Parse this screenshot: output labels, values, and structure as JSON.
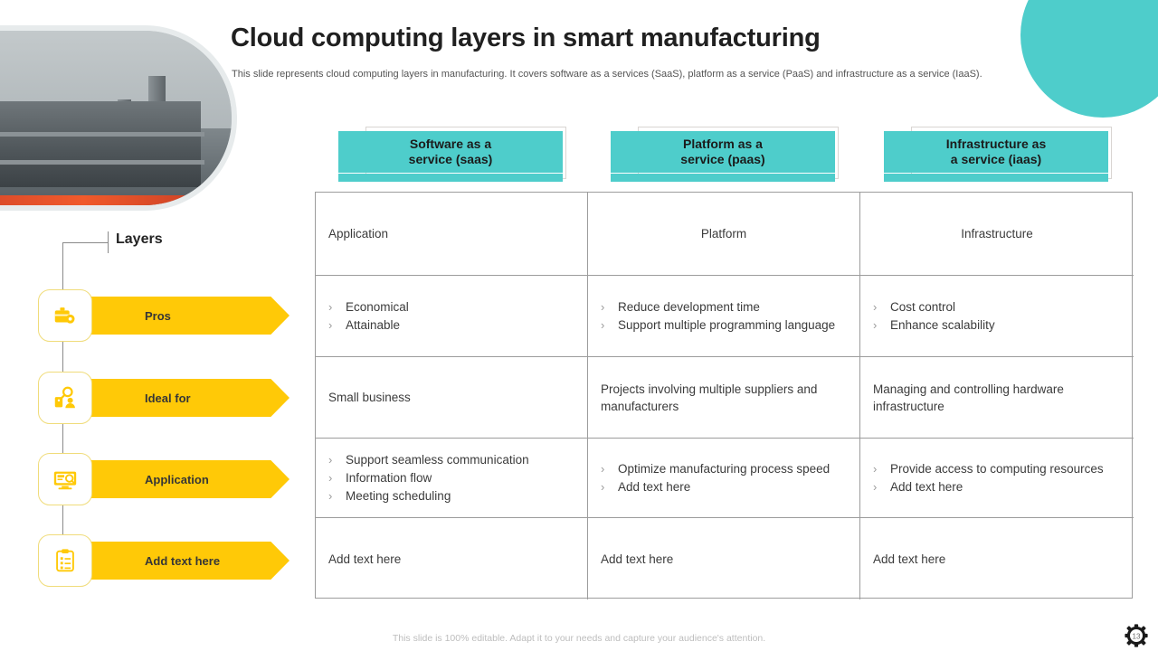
{
  "header": {
    "title": "Cloud computing layers in smart manufacturing",
    "subtitle": "This slide represents cloud computing layers in manufacturing. It covers software as a services (SaaS), platform as a service (PaaS) and infrastructure as a service (IaaS)."
  },
  "colors": {
    "teal": "#4ECDCB",
    "yellow": "#FFC907",
    "icon_border": "#F0DC7A",
    "table_border": "#9C9C9C",
    "text": "#3B3B3B"
  },
  "column_headers": [
    {
      "line1": "Software as a",
      "line2": "service (saas)"
    },
    {
      "line1": "Platform as a",
      "line2": "service (paas)"
    },
    {
      "line1": "Infrastructure as",
      "line2": "a service (iaas)"
    }
  ],
  "sidebar": {
    "title": "Layers",
    "items": [
      {
        "label": "Pros",
        "icon": "briefcase-gear-icon"
      },
      {
        "label": "Ideal for",
        "icon": "people-search-icon"
      },
      {
        "label": "Application",
        "icon": "monitor-search-icon"
      },
      {
        "label": "Add text here",
        "icon": "clipboard-checklist-icon"
      }
    ]
  },
  "table": {
    "rows": [
      {
        "row_name": "layer-name",
        "cells": [
          {
            "align": "left",
            "type": "text",
            "text": "Application"
          },
          {
            "align": "center",
            "type": "text",
            "text": "Platform"
          },
          {
            "align": "center",
            "type": "text",
            "text": "Infrastructure"
          }
        ]
      },
      {
        "row_name": "pros",
        "cells": [
          {
            "align": "left",
            "type": "list",
            "items": [
              "Economical",
              "Attainable"
            ]
          },
          {
            "align": "left",
            "type": "list",
            "items": [
              "Reduce development  time",
              "Support multiple programming language"
            ]
          },
          {
            "align": "left",
            "type": "list",
            "items": [
              "Cost control",
              "Enhance scalability"
            ]
          }
        ]
      },
      {
        "row_name": "ideal-for",
        "cells": [
          {
            "align": "left",
            "type": "text",
            "text": "Small business"
          },
          {
            "align": "left",
            "type": "text",
            "text": "Projects involving  multiple suppliers and manufacturers"
          },
          {
            "align": "left",
            "type": "text",
            "text": "Managing and controlling hardware infrastructure"
          }
        ]
      },
      {
        "row_name": "application",
        "cells": [
          {
            "align": "left",
            "type": "list",
            "items": [
              "Support seamless communication",
              "Information  flow",
              "Meeting scheduling"
            ]
          },
          {
            "align": "left",
            "type": "list",
            "items": [
              "Optimize manufacturing process speed",
              "Add text here"
            ]
          },
          {
            "align": "left",
            "type": "list",
            "items": [
              "Provide access to computing resources",
              "Add text here"
            ]
          }
        ]
      },
      {
        "row_name": "add-text-here",
        "cells": [
          {
            "align": "left",
            "type": "text",
            "text": "Add text here"
          },
          {
            "align": "left",
            "type": "text",
            "text": "Add text here"
          },
          {
            "align": "left",
            "type": "text",
            "text": "Add text here"
          }
        ]
      }
    ]
  },
  "footer": {
    "note": "This slide is 100% editable.  Adapt it to your needs and capture your audience's attention.",
    "page_badge": "13"
  },
  "bullet_glyph": "›"
}
